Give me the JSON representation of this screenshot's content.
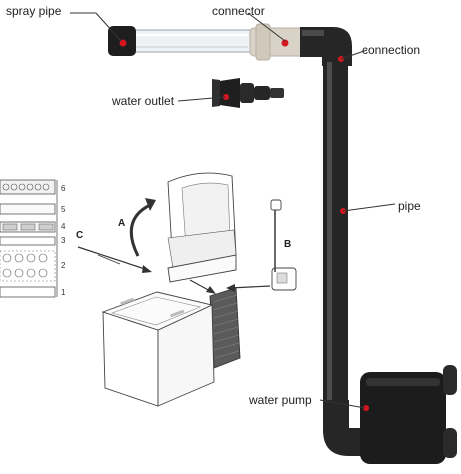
{
  "labels": {
    "spray_pipe": "spray pipe",
    "connector": "connector",
    "connection": "connection",
    "water_outlet": "water outlet",
    "pipe": "pipe",
    "water_pump": "water pump"
  },
  "diagram_letters": {
    "a": "A",
    "b": "B",
    "c": "C"
  },
  "layers": [
    "6",
    "5",
    "4",
    "3",
    "2",
    "1"
  ],
  "colors": {
    "pipe": "#2b2b2b",
    "pipe_highlight": "#5a5a5a",
    "marker": "#d4161e",
    "clear_tube": "#e9eef0",
    "connector_beige": "#d8d2c6",
    "arrow": "#333333"
  }
}
